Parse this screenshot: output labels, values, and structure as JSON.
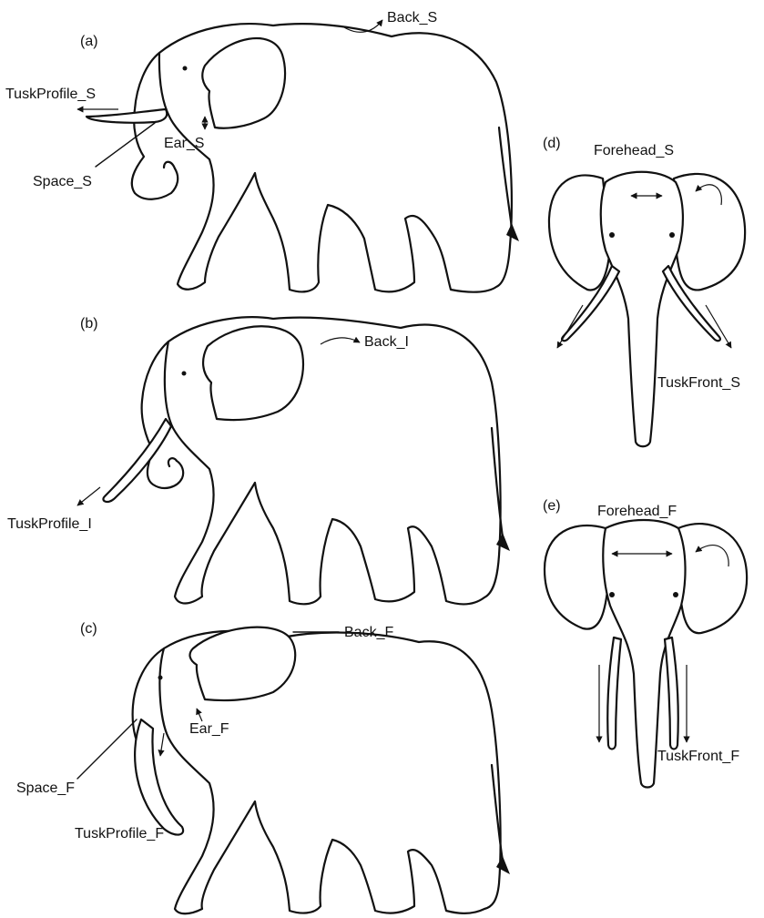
{
  "panels": {
    "a": {
      "tag": "(a)",
      "back": "Back_S",
      "tusk": "TuskProfile_S",
      "ear": "Ear_S",
      "space": "Space_S"
    },
    "b": {
      "tag": "(b)",
      "back": "Back_I",
      "tusk": "TuskProfile_I"
    },
    "c": {
      "tag": "(c)",
      "back": "Back_F",
      "tusk": "TuskProfile_F",
      "ear": "Ear_F",
      "space": "Space_F"
    },
    "d": {
      "tag": "(d)",
      "forehead": "Forehead_S",
      "tusk": "TuskFront_S"
    },
    "e": {
      "tag": "(e)",
      "forehead": "Forehead_F",
      "tusk": "TuskFront_F"
    }
  }
}
